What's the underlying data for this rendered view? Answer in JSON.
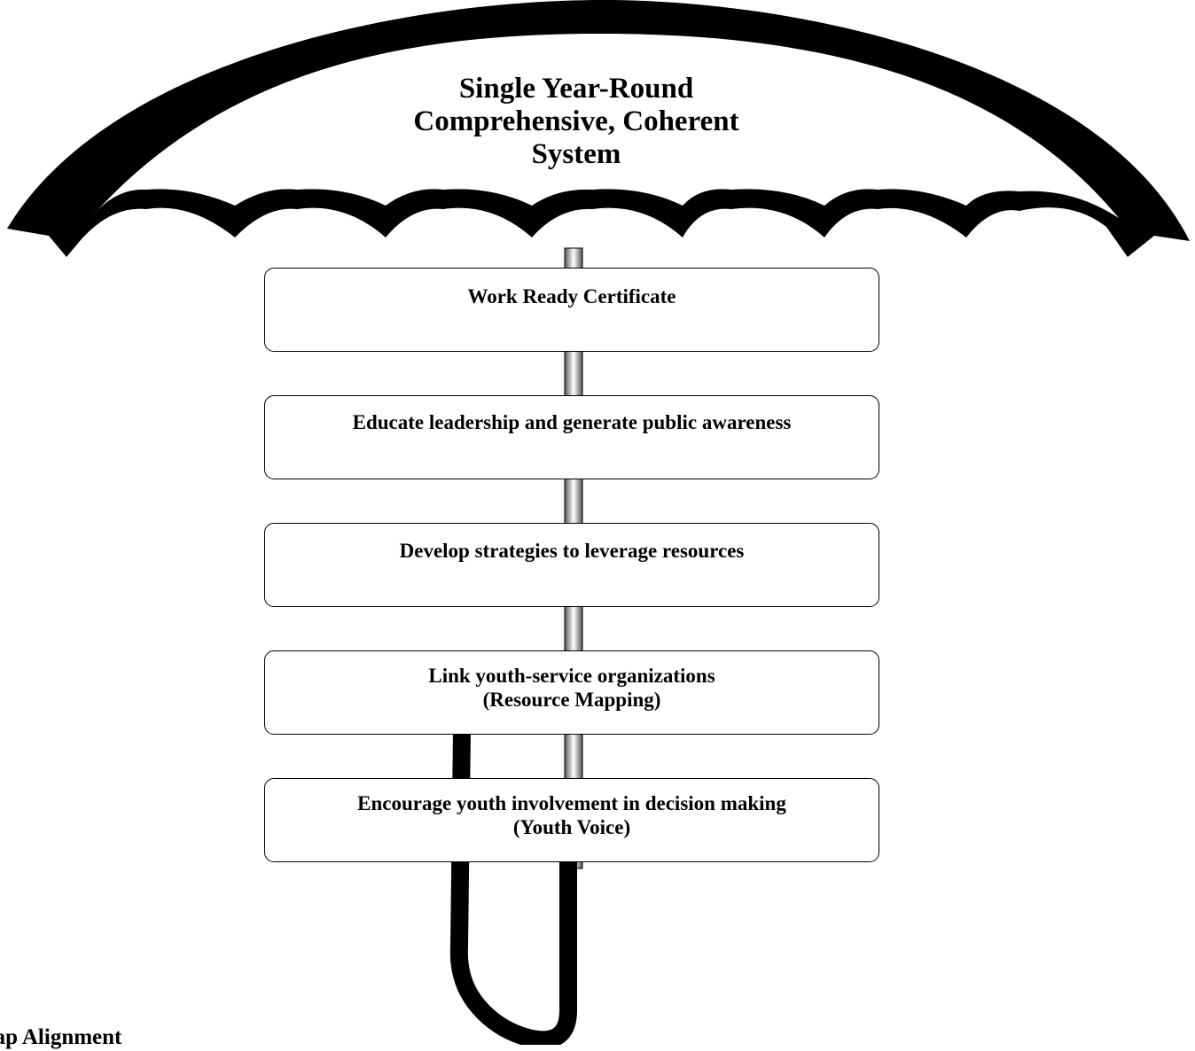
{
  "umbrella": {
    "title_lines": [
      "Single Year-Round",
      "Comprehensive, Coherent",
      "System"
    ]
  },
  "boxes": [
    {
      "line1": "Work Ready Certificate",
      "line2": ""
    },
    {
      "line1": "Educate leadership and generate public awareness",
      "line2": ""
    },
    {
      "line1": "Develop strategies to leverage resources",
      "line2": ""
    },
    {
      "line1": "Link youth-service organizations",
      "line2": "(Resource Mapping)"
    },
    {
      "line1": "Encourage youth involvement in decision making",
      "line2": "(Youth Voice)"
    }
  ],
  "footer": {
    "text": "Map Alignment"
  },
  "colors": {
    "canopy": "#000000",
    "shaft_light": "#ffffff",
    "shaft_dark": "#555555",
    "box_border": "#000000",
    "text": "#000000"
  }
}
